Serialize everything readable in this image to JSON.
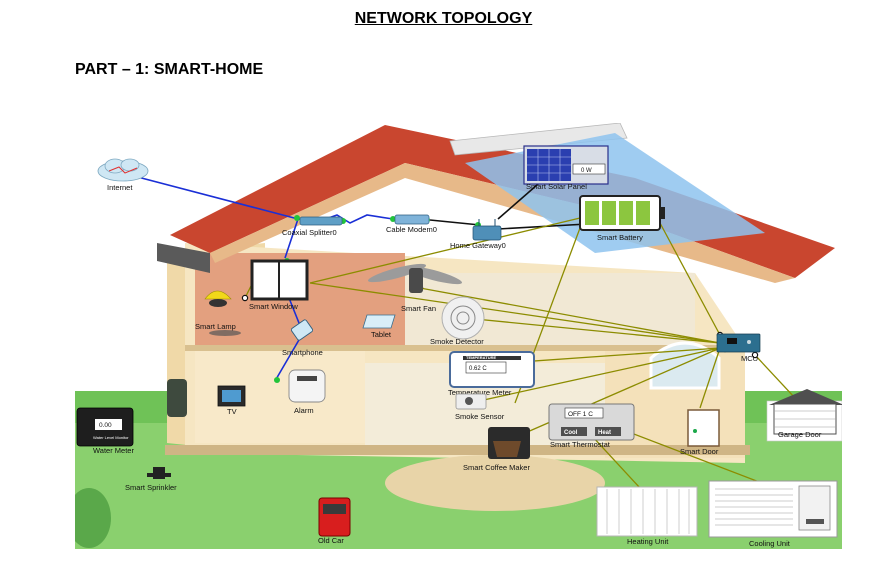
{
  "document": {
    "title": "NETWORK TOPOLOGY",
    "section": "PART – 1: SMART-HOME"
  },
  "devices": {
    "internet": "Internet",
    "coaxial_splitter": "Coaxial Splitter0",
    "cable_modem": "Cable Modem0",
    "home_gateway": "Home Gateway0",
    "solar_panel": "Smart Solar Panel",
    "solar_panel_display": "0 W",
    "battery": "Smart Battery",
    "smart_window": "Smart Window",
    "smart_lamp": "Smart Lamp",
    "smart_fan": "Smart Fan",
    "smoke_detector": "Smoke Detector",
    "tablet": "Tablet",
    "smartphone": "Smartphone",
    "mcu": "MCU",
    "temperature_meter": "Temperature Meter",
    "temperature_header": "TEMPERATURE",
    "temperature_value": "0.62 C",
    "smoke_sensor": "Smoke Sensor",
    "smart_thermostat": "Smart Thermostat",
    "thermostat_display": "OFF  1 C",
    "thermostat_cool": "Cool",
    "thermostat_heat": "Heat",
    "tv": "TV",
    "alarm": "Alarm",
    "water_level_monitor": "Water Level Monitor",
    "water_meter": "Water Meter",
    "water_meter_value": "0.00",
    "smart_sprinkler": "Smart Sprinkler",
    "smart_coffee_maker": "Smart Coffee Maker",
    "smart_door": "Smart Door",
    "garage_door": "Garage Door",
    "old_car": "Old Car",
    "heating_unit": "Heating Unit",
    "cooling_unit": "Cooling Unit"
  },
  "colors": {
    "coax_link": "#1a2fd6",
    "wired_link": "#111111",
    "iot_link": "#8c8c00",
    "link_port": "#22c43a",
    "roof": "#c9462f",
    "grass": "#6fc257",
    "wall": "#f4e3b9"
  }
}
